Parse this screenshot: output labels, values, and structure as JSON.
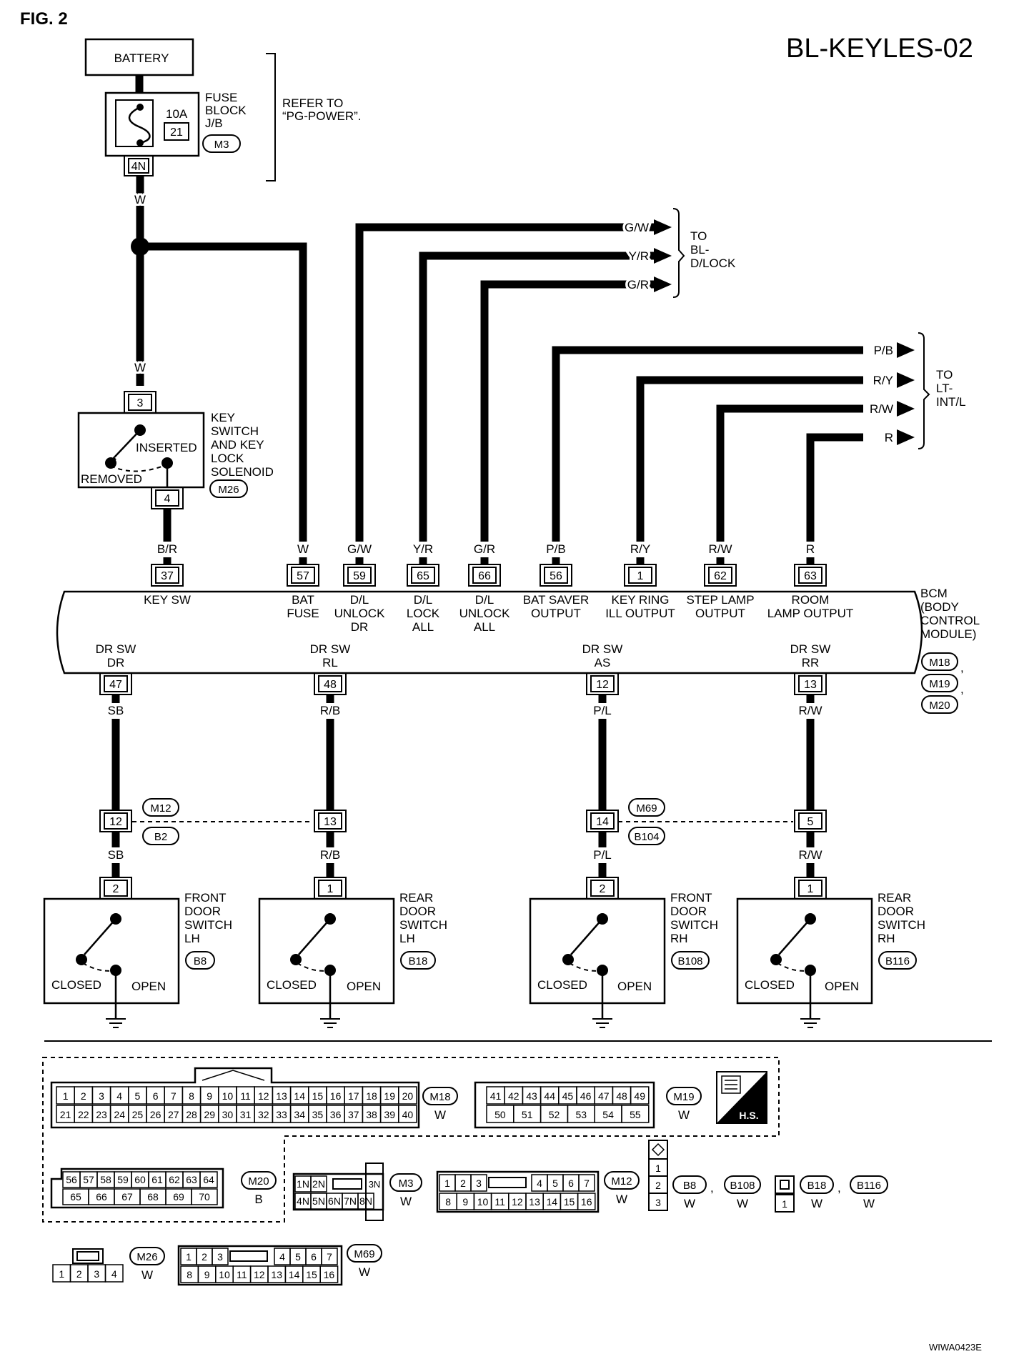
{
  "header": {
    "fig": "FIG. 2",
    "code": "BL-KEYLES-02",
    "footer_id": "WIWA0423E"
  },
  "battery": {
    "label": "BATTERY"
  },
  "fuse": {
    "rating": "10A",
    "number": "21",
    "name_lines": [
      "FUSE",
      "BLOCK",
      "J/B"
    ],
    "connector": "M3",
    "pin": "4N",
    "refer_lines": [
      "REFER TO",
      "“PG-POWER”."
    ]
  },
  "wire_w": "W",
  "key_switch": {
    "pin_top": "3",
    "pin_bottom": "4",
    "inserted": "INSERTED",
    "removed": "REMOVED",
    "name_lines": [
      "KEY",
      "SWITCH",
      "AND KEY",
      "LOCK",
      "SOLENOID"
    ],
    "connector": "M26"
  },
  "to_dlock": {
    "wires": [
      "G/W",
      "Y/R",
      "G/R"
    ],
    "lines": [
      "TO",
      "BL-",
      "D/LOCK"
    ]
  },
  "to_ltint": {
    "wires": [
      "P/B",
      "R/Y",
      "R/W",
      "R"
    ],
    "lines": [
      "TO",
      "LT-",
      "INT/L"
    ]
  },
  "bcm_top": [
    {
      "wire": "B/R",
      "pin": "37",
      "label_lines": [
        "KEY SW"
      ]
    },
    {
      "wire": "W",
      "pin": "57",
      "label_lines": [
        "BAT",
        "FUSE"
      ]
    },
    {
      "wire": "G/W",
      "pin": "59",
      "label_lines": [
        "D/L",
        "UNLOCK",
        "DR"
      ]
    },
    {
      "wire": "Y/R",
      "pin": "65",
      "label_lines": [
        "D/L",
        "LOCK",
        "ALL"
      ]
    },
    {
      "wire": "G/R",
      "pin": "66",
      "label_lines": [
        "D/L",
        "UNLOCK",
        "ALL"
      ]
    },
    {
      "wire": "P/B",
      "pin": "56",
      "label_lines": [
        "BAT SAVER",
        "OUTPUT"
      ]
    },
    {
      "wire": "R/Y",
      "pin": "1",
      "label_lines": [
        "KEY RING",
        "ILL OUTPUT"
      ]
    },
    {
      "wire": "R/W",
      "pin": "62",
      "label_lines": [
        "STEP LAMP",
        "OUTPUT"
      ]
    },
    {
      "wire": "R",
      "pin": "63",
      "label_lines": [
        "ROOM",
        "LAMP OUTPUT"
      ]
    }
  ],
  "bcm": {
    "name_lines": [
      "BCM",
      "(BODY",
      "CONTROL",
      "MODULE)"
    ],
    "connectors": [
      "M18",
      "M19",
      "M20"
    ]
  },
  "bcm_bottom": [
    {
      "label_lines": [
        "DR SW",
        "DR"
      ],
      "pin": "47",
      "wire": "SB",
      "inline_pin": "12",
      "wire2": "SB",
      "sw_pin": "2"
    },
    {
      "label_lines": [
        "DR SW",
        "RL"
      ],
      "pin": "48",
      "wire": "R/B",
      "inline_pin": "13",
      "wire2": "R/B",
      "sw_pin": "1"
    },
    {
      "label_lines": [
        "DR SW",
        "AS"
      ],
      "pin": "12",
      "wire": "P/L",
      "inline_pin": "14",
      "wire2": "P/L",
      "sw_pin": "2"
    },
    {
      "label_lines": [
        "DR SW",
        "RR"
      ],
      "pin": "13",
      "wire": "R/W",
      "inline_pin": "5",
      "wire2": "R/W",
      "sw_pin": "1"
    }
  ],
  "inline_left": [
    "M12",
    "B2"
  ],
  "inline_right": [
    "M69",
    "B104"
  ],
  "door_switches": [
    {
      "name_lines": [
        "FRONT",
        "DOOR",
        "SWITCH",
        "LH"
      ],
      "connector": "B8"
    },
    {
      "name_lines": [
        "REAR",
        "DOOR",
        "SWITCH",
        "LH"
      ],
      "connector": "B18"
    },
    {
      "name_lines": [
        "FRONT",
        "DOOR",
        "SWITCH",
        "RH"
      ],
      "connector": "B108"
    },
    {
      "name_lines": [
        "REAR",
        "DOOR",
        "SWITCH",
        "RH"
      ],
      "connector": "B116"
    }
  ],
  "closed": "CLOSED",
  "open": "OPEN",
  "connectors": {
    "m18": {
      "id": "M18",
      "color": "W",
      "row1": [
        "1",
        "2",
        "3",
        "4",
        "5",
        "6",
        "7",
        "8",
        "9",
        "10",
        "11",
        "12",
        "13",
        "14",
        "15",
        "16",
        "17",
        "18",
        "19",
        "20"
      ],
      "row2": [
        "21",
        "22",
        "23",
        "24",
        "25",
        "26",
        "27",
        "28",
        "29",
        "30",
        "31",
        "32",
        "33",
        "34",
        "35",
        "36",
        "37",
        "38",
        "39",
        "40"
      ]
    },
    "m19": {
      "id": "M19",
      "color": "W",
      "row1": [
        "41",
        "42",
        "43",
        "44",
        "45",
        "46",
        "47",
        "48",
        "49"
      ],
      "row2": [
        "50",
        "51",
        "52",
        "53",
        "54",
        "55"
      ]
    },
    "hs": "H.S.",
    "m20": {
      "id": "M20",
      "color": "B",
      "row1": [
        "56",
        "57",
        "58",
        "59",
        "60",
        "61",
        "62",
        "63",
        "64"
      ],
      "row2": [
        "65",
        "66",
        "67",
        "68",
        "69",
        "70"
      ]
    },
    "m3": {
      "id": "M3",
      "color": "W",
      "row1": [
        "1N",
        "2N",
        "3N"
      ],
      "row2": [
        "4N",
        "5N",
        "6N",
        "7N",
        "8N"
      ]
    },
    "m12": {
      "id": "M12",
      "color": "W",
      "row1": [
        "1",
        "2",
        "3",
        "4",
        "5",
        "6",
        "7"
      ],
      "row2": [
        "8",
        "9",
        "10",
        "11",
        "12",
        "13",
        "14",
        "15",
        "16"
      ]
    },
    "b8": {
      "ids": [
        "B8",
        "B108"
      ],
      "colors": [
        "W",
        "W"
      ],
      "col": [
        "1",
        "2",
        "3"
      ]
    },
    "b18": {
      "ids": [
        "B18",
        "B116"
      ],
      "colors": [
        "W",
        "W"
      ],
      "pin": "1"
    },
    "m26": {
      "id": "M26",
      "color": "W",
      "row": [
        "1",
        "2",
        "3",
        "4"
      ]
    },
    "m69": {
      "id": "M69",
      "color": "W",
      "row1": [
        "1",
        "2",
        "3",
        "4",
        "5",
        "6",
        "7"
      ],
      "row2": [
        "8",
        "9",
        "10",
        "11",
        "12",
        "13",
        "14",
        "15",
        "16"
      ]
    }
  }
}
